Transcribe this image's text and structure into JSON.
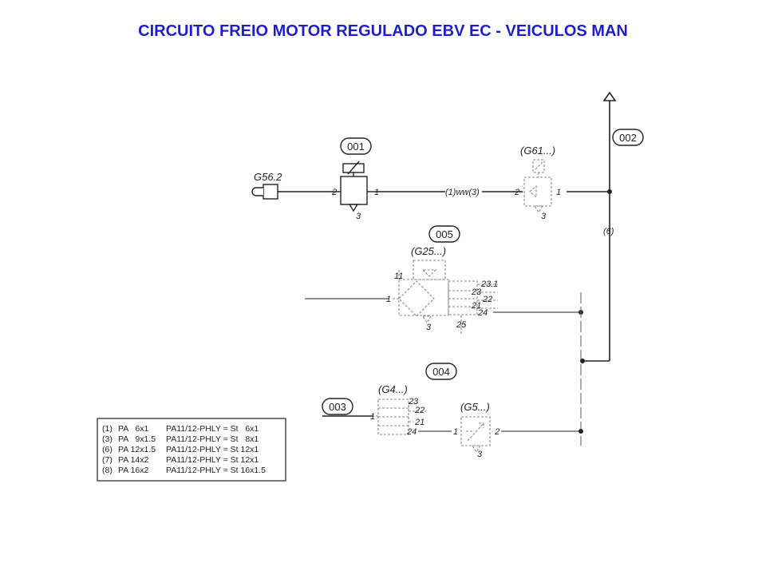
{
  "title": "CIRCUITO FREIO MOTOR REGULADO EBV EC - VEICULOS MAN",
  "colors": {
    "title": "#1f1fc4",
    "line": "#222222",
    "dashed": "#888888"
  },
  "tags": {
    "t001": "001",
    "t002": "002",
    "t003": "003",
    "t004": "004",
    "t005": "005"
  },
  "components": {
    "g56": "G56.2",
    "g61": "(G61...)",
    "g25": "(G25...)",
    "g4": "(G4...)",
    "g5": "(G5...)"
  },
  "ports": {
    "v001_in": "2",
    "v001_out": "1",
    "v001_exh": "3",
    "g61_in": "2",
    "g61_out": "1",
    "g61_exh": "3",
    "g25_in": "1",
    "g25_p11": "11",
    "g25_exh": "3",
    "g25_231": "23.1",
    "g25_23": "23",
    "g25_22": "22",
    "g25_21": "21",
    "g25_24": "24",
    "g25_25": "25",
    "g4_in": "1",
    "g4_23": "23",
    "g4_22": "22",
    "g4_21": "21",
    "g4_24": "24",
    "g5_in": "1",
    "g5_out": "2",
    "g5_exh": "3"
  },
  "line_labels": {
    "main": "(1)ww(3)",
    "riser": "(6)"
  },
  "legend": {
    "rows": [
      {
        "code": "(1)",
        "pa": "PA   6x1",
        "spec": "PA11/12-PHLY = St   6x1"
      },
      {
        "code": "(3)",
        "pa": "PA   9x1.5",
        "spec": "PA11/12-PHLY = St   8x1"
      },
      {
        "code": "(6)",
        "pa": "PA 12x1.5",
        "spec": "PA11/12-PHLY = St 12x1"
      },
      {
        "code": "(7)",
        "pa": "PA 14x2",
        "spec": "PA11/12-PHLY = St 12x1"
      },
      {
        "code": "(8)",
        "pa": "PA 16x2",
        "spec": "PA11/12-PHLY = St 16x1.5"
      }
    ]
  }
}
